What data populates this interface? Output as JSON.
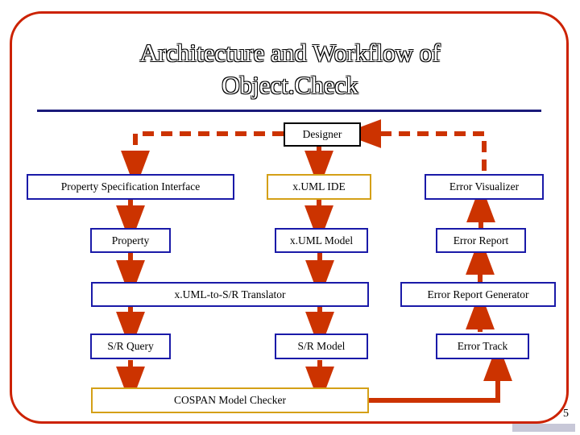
{
  "slide": {
    "title": "Architecture  and Workflow of\nObject.Check",
    "page_number": "5"
  },
  "colors": {
    "frame": "#cc2200",
    "title_text": "#ffffff",
    "title_outline": "#000000",
    "rule": "#1a1aa8",
    "arrow_red": "#cc3300",
    "border_black": "#000000",
    "border_blue": "#1a1aa8",
    "border_gold": "#d4a017"
  },
  "nodes": [
    {
      "id": "designer",
      "label": "Designer",
      "border": "black"
    },
    {
      "id": "prop-spec-iface",
      "label": "Property Specification Interface",
      "border": "blue"
    },
    {
      "id": "xuml-ide",
      "label": "x.UML IDE",
      "border": "gold"
    },
    {
      "id": "error-visualizer",
      "label": "Error Visualizer",
      "border": "blue"
    },
    {
      "id": "property",
      "label": "Property",
      "border": "blue"
    },
    {
      "id": "xuml-model",
      "label": "x.UML Model",
      "border": "blue"
    },
    {
      "id": "error-report",
      "label": "Error Report",
      "border": "blue"
    },
    {
      "id": "translator",
      "label": "x.UML-to-S/R Translator",
      "border": "blue"
    },
    {
      "id": "error-report-gen",
      "label": "Error Report Generator",
      "border": "blue"
    },
    {
      "id": "sr-query",
      "label": "S/R Query",
      "border": "blue"
    },
    {
      "id": "sr-model",
      "label": "S/R Model",
      "border": "blue"
    },
    {
      "id": "error-track",
      "label": "Error Track",
      "border": "blue"
    },
    {
      "id": "cospan",
      "label": "COSPAN Model Checker",
      "border": "gold"
    }
  ],
  "edges": [
    {
      "from": "designer",
      "to": "prop-spec-iface",
      "style": "dashed"
    },
    {
      "from": "designer",
      "to": "xuml-ide",
      "style": "dashed"
    },
    {
      "from": "error-visualizer",
      "to": "designer",
      "style": "dashed"
    },
    {
      "from": "prop-spec-iface",
      "to": "property",
      "style": "solid"
    },
    {
      "from": "xuml-ide",
      "to": "xuml-model",
      "style": "solid"
    },
    {
      "from": "error-report",
      "to": "error-visualizer",
      "style": "solid"
    },
    {
      "from": "property",
      "to": "translator",
      "style": "solid"
    },
    {
      "from": "xuml-model",
      "to": "translator",
      "style": "solid"
    },
    {
      "from": "error-report-gen",
      "to": "error-report",
      "style": "solid"
    },
    {
      "from": "translator",
      "to": "sr-query",
      "style": "solid"
    },
    {
      "from": "translator",
      "to": "sr-model",
      "style": "solid"
    },
    {
      "from": "error-track",
      "to": "error-report-gen",
      "style": "solid"
    },
    {
      "from": "sr-query",
      "to": "cospan",
      "style": "solid"
    },
    {
      "from": "sr-model",
      "to": "cospan",
      "style": "solid"
    },
    {
      "from": "cospan",
      "to": "error-track",
      "style": "solid"
    }
  ]
}
